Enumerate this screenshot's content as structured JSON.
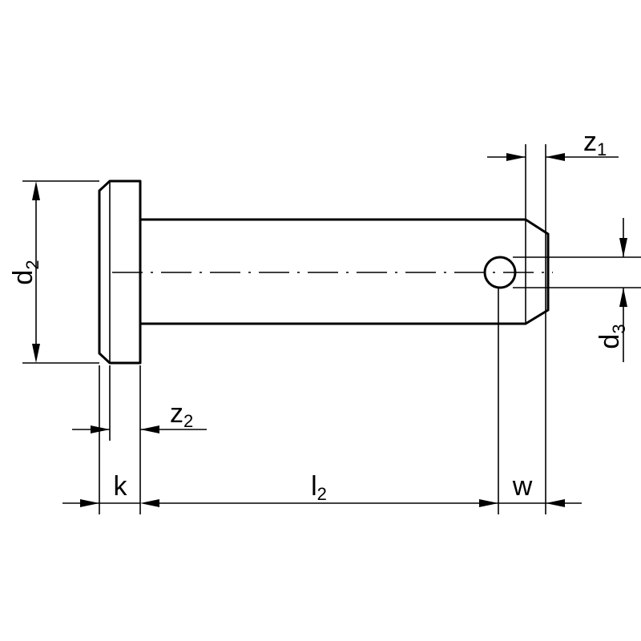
{
  "labels": {
    "d2": {
      "main": "d",
      "sub": "2"
    },
    "d3": {
      "main": "d",
      "sub": "3"
    },
    "z1": {
      "main": "z",
      "sub": "1"
    },
    "z2": {
      "main": "z",
      "sub": "2"
    },
    "k": "k",
    "l2": {
      "main": "l",
      "sub": "2"
    },
    "w": "w"
  },
  "colors": {
    "line": "#000000",
    "background": "#ffffff"
  }
}
